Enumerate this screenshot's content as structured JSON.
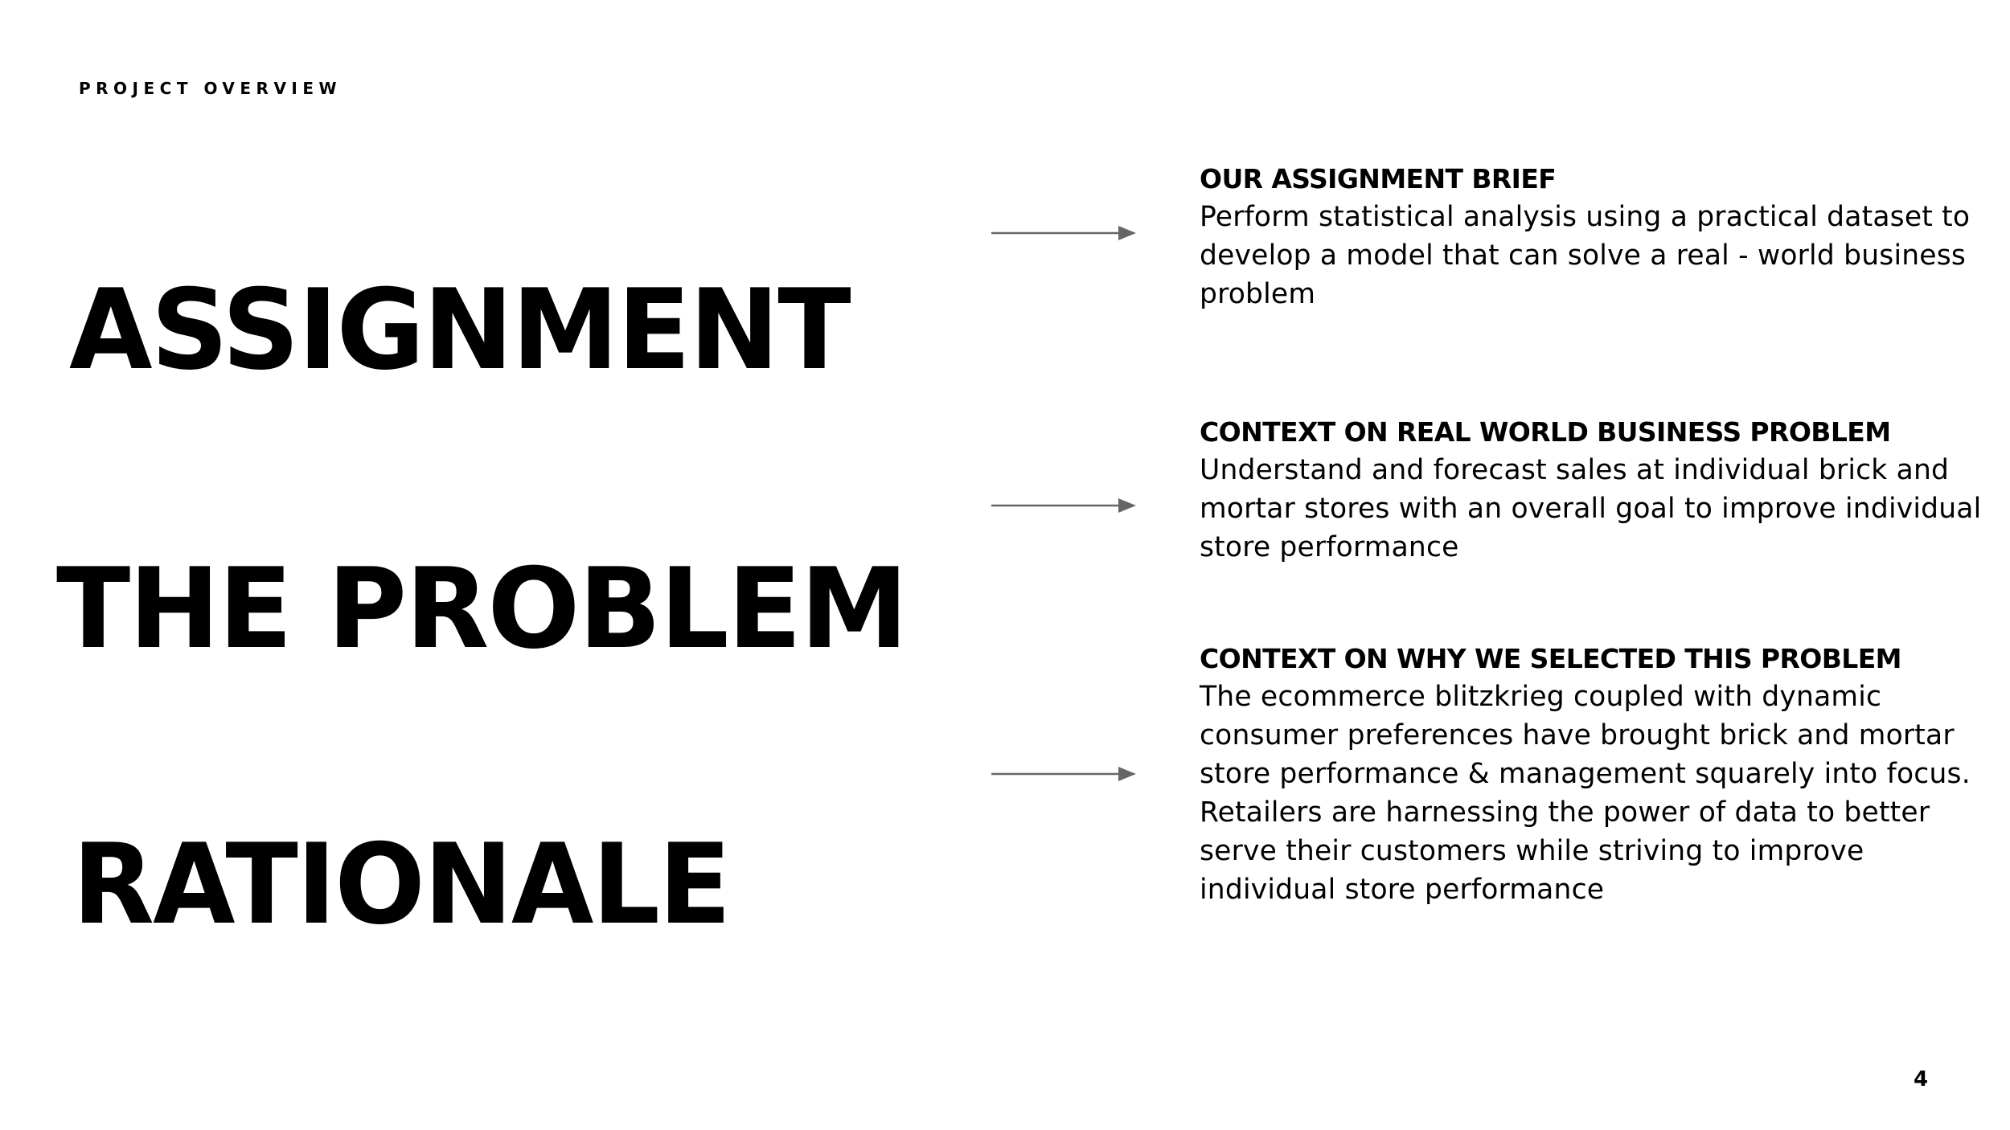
{
  "section_label": "PROJECT OVERVIEW",
  "headings": {
    "assignment": "ASSIGNMENT",
    "problem": "THE PROBLEM",
    "rationale": "RATIONALE"
  },
  "blocks": [
    {
      "title": "OUR ASSIGNMENT BRIEF",
      "lines": [
        "Perform statistical analysis using a practical dataset to",
        "develop a model that can solve a real - world business",
        "problem"
      ]
    },
    {
      "title": "CONTEXT ON REAL WORLD BUSINESS PROBLEM",
      "lines": [
        "Understand and forecast sales at individual brick and",
        "mortar stores with an overall goal to improve individual",
        "store performance"
      ]
    },
    {
      "title": "CONTEXT ON WHY WE SELECTED THIS PROBLEM",
      "lines": [
        "The ecommerce blitzkrieg coupled with dynamic",
        "consumer preferences have brought brick and mortar",
        "store performance & management squarely into focus.",
        "Retailers are harnessing the power of data to better",
        "serve their customers while striving to improve",
        "individual store performance"
      ]
    }
  ],
  "icons": {
    "arrow": "arrow-right-icon"
  },
  "colors": {
    "background": "#ffffff",
    "text": "#000000",
    "arrow": "#666666"
  },
  "page_number": "4"
}
